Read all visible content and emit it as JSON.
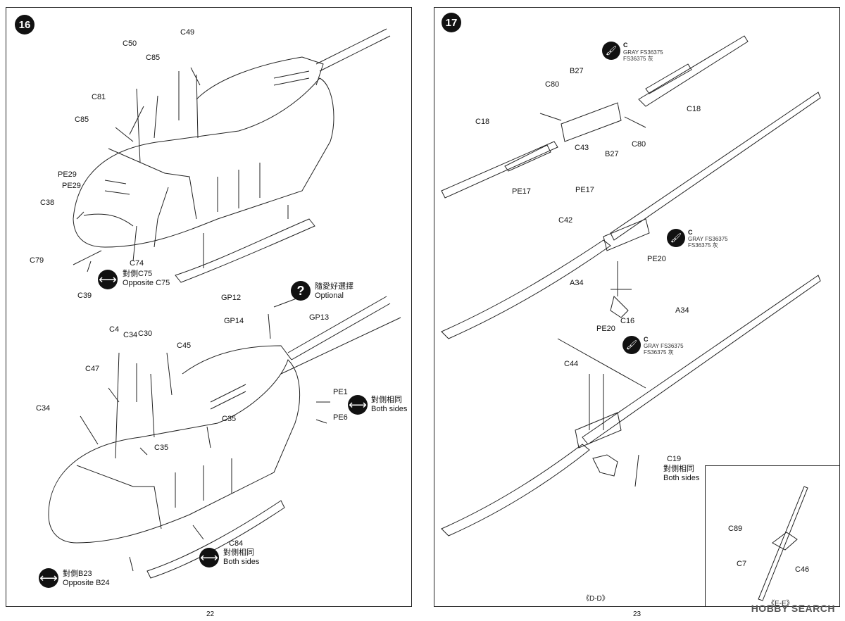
{
  "left_page": {
    "step_number": "16",
    "page_number": "22",
    "top_labels": [
      "C49",
      "C50",
      "C85",
      "C81",
      "C85",
      "PE29",
      "PE29",
      "C38",
      "C79",
      "C74",
      "C39"
    ],
    "top_note": {
      "cn": "對側C75",
      "en": "Opposite C75"
    },
    "optional_note": {
      "cn": "隨愛好選擇",
      "en": "Optional"
    },
    "gp_labels": [
      "GP12",
      "GP14",
      "GP13"
    ],
    "bottom_labels": [
      "C4",
      "C34",
      "C30",
      "C45",
      "C47",
      "C34",
      "C35",
      "C35",
      "PE1",
      "PE6",
      "C84"
    ],
    "both_sides_note_1": {
      "cn": "對側相同",
      "en": "Both sides"
    },
    "both_sides_note_2": {
      "cn": "對側相同",
      "en": "Both sides"
    },
    "bottom_note": {
      "cn": "對側B23",
      "en": "Opposite B24"
    }
  },
  "right_page": {
    "step_number": "17",
    "page_number": "23",
    "paint": {
      "code": "C",
      "line1": "GRAY FS36375",
      "line2": "FS36375 灰"
    },
    "labels": [
      "B27",
      "C80",
      "C18",
      "C18",
      "C43",
      "B27",
      "C80",
      "PE17",
      "PE17",
      "C42",
      "PE20",
      "A34",
      "A34",
      "C16",
      "PE20",
      "C44",
      "C19",
      "C89",
      "C7",
      "C46"
    ],
    "c19_note": {
      "cn": "對側相同",
      "en": "Both sides"
    },
    "section_dd": "《D-D》",
    "section_ee": "《E-E》",
    "watermark": "HOBBY SEARCH"
  },
  "icons": {
    "step": "step-number-icon",
    "arrow": "double-arrow-icon",
    "question": "question-icon",
    "paint": "paint-brush-icon"
  }
}
